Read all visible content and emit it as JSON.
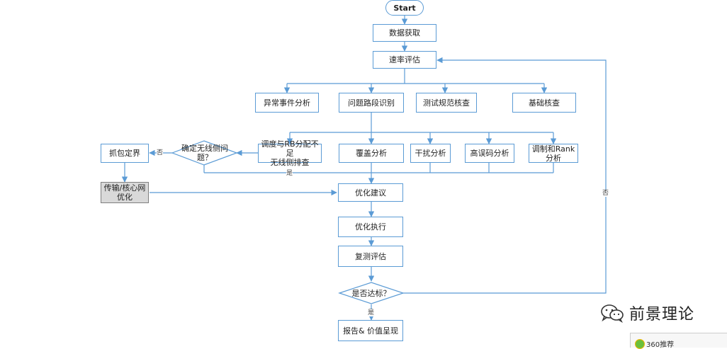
{
  "nodes": {
    "start": "Start",
    "data_acquisition": "数据获取",
    "rate_eval": "速率评估",
    "abnormal_event": "异常事件分析",
    "problem_segment": "问题路段识别",
    "test_spec": "测试规范核查",
    "basic_check": "基础核查",
    "capture_define": "抓包定界",
    "scheduling_line1": "调度与RB分配不足",
    "scheduling_line2": "无线侧排查",
    "coverage": "覆盖分析",
    "interference": "干扰分析",
    "bit_error": "高误码分析",
    "mod_rank_line1": "调制和Rank",
    "mod_rank_line2": "分析",
    "transport_line1": "传输/核心网",
    "transport_line2": "优化",
    "opt_suggest": "优化建议",
    "opt_exec": "优化执行",
    "retest_eval": "复测评估",
    "report": "报告& 价值呈现"
  },
  "decisions": {
    "wireless_line1": "确定无线侧问",
    "wireless_line2": "题？",
    "meet_target": "是否达标？"
  },
  "edge_labels": {
    "no_capture": "否",
    "yes_wireless": "是",
    "no_loop": "否",
    "yes_report": "是"
  },
  "watermark": {
    "text": "前景理论",
    "icon": "wechat-icon"
  },
  "popup": {
    "text": "360推荐",
    "icon": "360-logo-icon"
  },
  "colors": {
    "line": "#5b9bd5",
    "box_border": "#5b9bd5",
    "gray_fill": "#d9d9d9"
  }
}
